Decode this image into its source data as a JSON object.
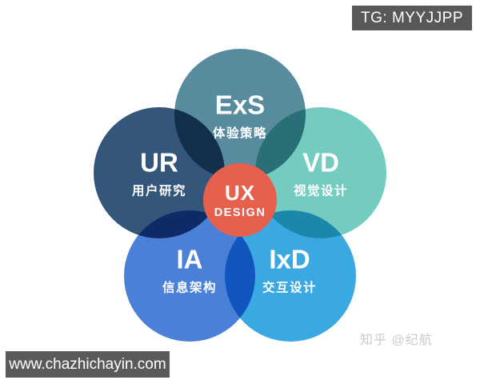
{
  "badge": {
    "text": "TG: MYYJJPP",
    "bg": "#58585a",
    "color": "#ffffff"
  },
  "site_bar": {
    "text": "www.chazhichayin.com",
    "bg": "#5a5a5c",
    "color": "#ffffff"
  },
  "watermark": {
    "text": "知乎 @纪航",
    "color": "#c9cbce"
  },
  "diagram": {
    "center": {
      "abbr": "UX",
      "sub": "DESIGN",
      "color": "#e7604d"
    },
    "petals": [
      {
        "abbr": "ExS",
        "label": "体验策略",
        "color": "#578b9d"
      },
      {
        "abbr": "UR",
        "label": "用户研究",
        "color": "#33567a"
      },
      {
        "abbr": "VD",
        "label": "视觉设计",
        "color": "#74ccc0"
      },
      {
        "abbr": "IA",
        "label": "信息架构",
        "color": "#4a80d8"
      },
      {
        "abbr": "IxD",
        "label": "交互设计",
        "color": "#3aa9e2"
      }
    ]
  }
}
